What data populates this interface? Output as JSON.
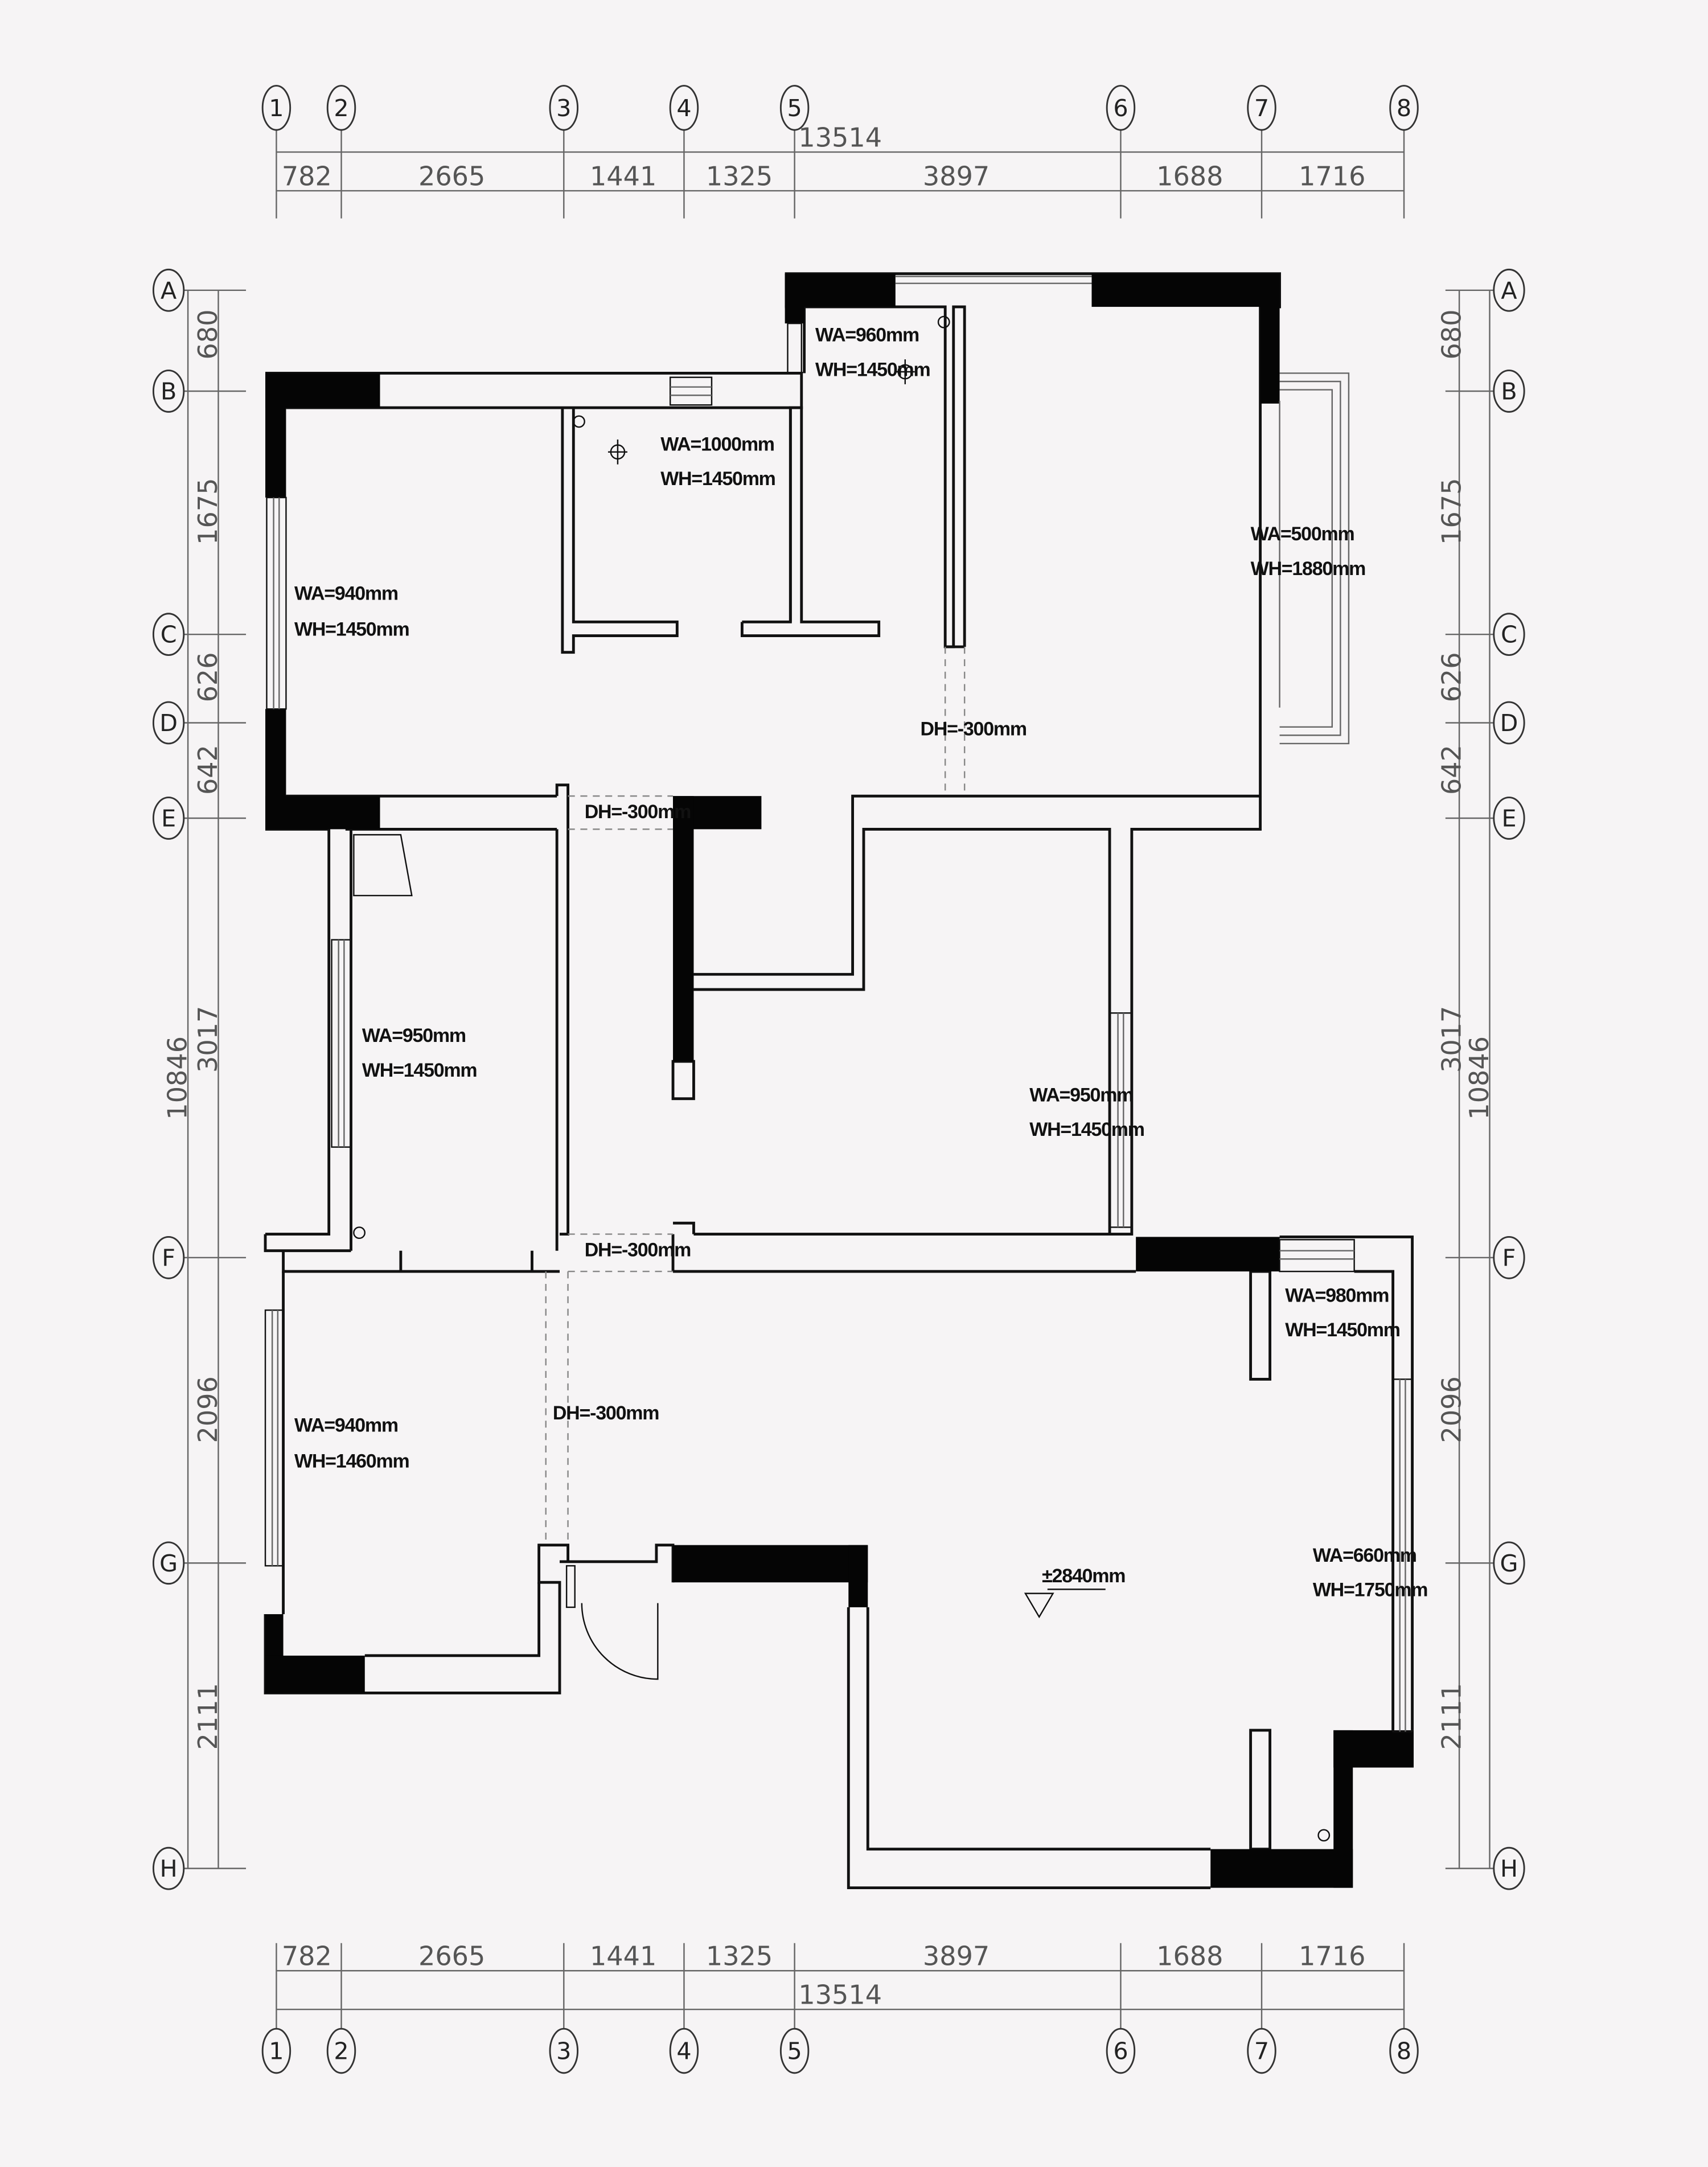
{
  "column_axes": [
    "1",
    "2",
    "3",
    "4",
    "5",
    "6",
    "7",
    "8"
  ],
  "row_axes": [
    "A",
    "B",
    "C",
    "D",
    "E",
    "F",
    "G",
    "H"
  ],
  "horizontal_dims": [
    "782",
    "2665",
    "1441",
    "1325",
    "3897",
    "1688",
    "1716"
  ],
  "horizontal_total": "13514",
  "vertical_dims": [
    "680",
    "1675",
    "626",
    "642",
    "3017",
    "2096",
    "2111"
  ],
  "vertical_total": "10846",
  "windows": [
    {
      "wa": "WA=960mm",
      "wh": "WH=1450mm"
    },
    {
      "wa": "WA=1000mm",
      "wh": "WH=1450mm"
    },
    {
      "wa": "WA=500mm",
      "wh": "WH=1880mm"
    },
    {
      "wa": "WA=940mm",
      "wh": "WH=1450mm"
    },
    {
      "wa": "WA=950mm",
      "wh": "WH=1450mm"
    },
    {
      "wa": "WA=950mm",
      "wh": "WH=1450mm"
    },
    {
      "wa": "WA=980mm",
      "wh": "WH=1450mm"
    },
    {
      "wa": "WA=940mm",
      "wh": "WH=1460mm"
    },
    {
      "wa": "WA=660mm",
      "wh": "WH=1750mm"
    }
  ],
  "door_heads": [
    "DH=-300mm",
    "DH=-300mm",
    "DH=-300mm",
    "DH=-300mm"
  ],
  "elevation": "±2840mm"
}
